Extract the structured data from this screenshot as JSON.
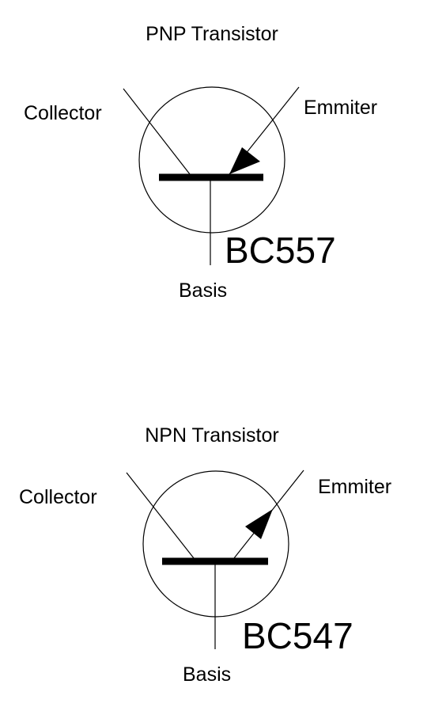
{
  "colors": {
    "ink": "#000000",
    "background": "#ffffff"
  },
  "diagrams": [
    {
      "type": "PNP",
      "title": "PNP Transistor",
      "collector_label": "Collector",
      "emitter_label": "Emmiter",
      "base_label": "Basis",
      "part_number": "BC557"
    },
    {
      "type": "NPN",
      "title": "NPN Transistor",
      "collector_label": "Collector",
      "emitter_label": "Emmiter",
      "base_label": "Basis",
      "part_number": "BC547"
    }
  ]
}
